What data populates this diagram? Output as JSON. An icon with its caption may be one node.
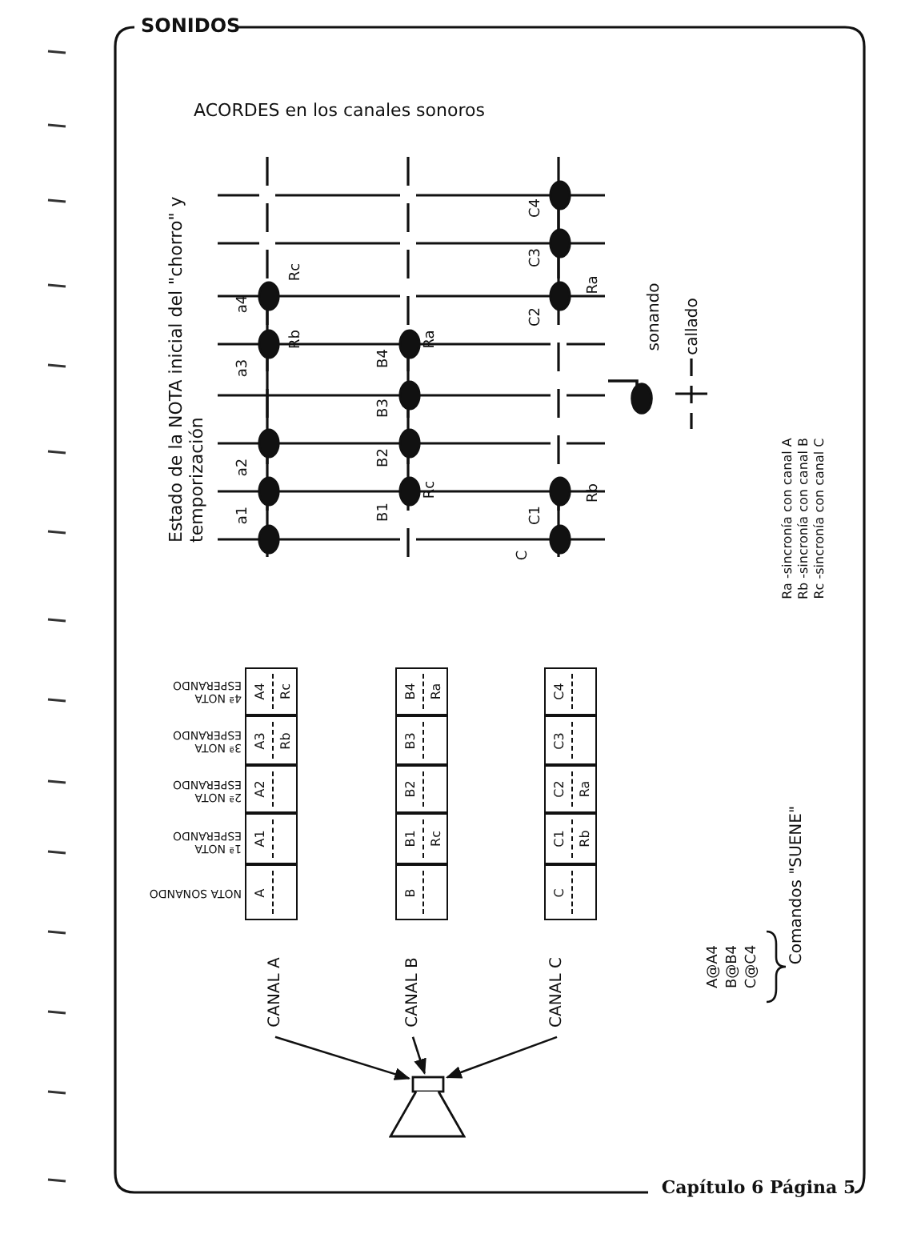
{
  "diagram": {
    "title": "SONIDOS",
    "nodes": [
      {
        "text": [
          "A"
        ]
      },
      {
        "text": [
          "A1"
        ]
      },
      {
        "text": [
          "A2"
        ]
      },
      {
        "text": [
          "A3",
          "Rb"
        ]
      },
      {
        "text": [
          "A4",
          "Rc"
        ]
      },
      {
        "text": [
          "B"
        ]
      },
      {
        "text": [
          "B1",
          "Rc"
        ]
      },
      {
        "text": [
          "B2"
        ]
      },
      {
        "text": [
          "B3"
        ]
      },
      {
        "text": [
          "B4",
          "Ra"
        ]
      },
      {
        "text": [
          "C"
        ]
      },
      {
        "text": [
          "C1",
          "Rb"
        ]
      },
      {
        "text": [
          "C2",
          "Ra"
        ]
      },
      {
        "text": [
          "C3"
        ]
      },
      {
        "text": [
          "C4"
        ]
      },
      {
        "text": [
          "CANAL A"
        ]
      },
      {
        "text": [
          "CANAL B"
        ]
      },
      {
        "text": [
          "CANAL C"
        ]
      },
      {
        "text": [],
        "shape": "speaker"
      }
    ],
    "edges": [
      {
        "from": 15,
        "to": 18,
        "arrow": "to"
      },
      {
        "from": 16,
        "to": 18,
        "arrow": "to"
      },
      {
        "from": 17,
        "to": 18,
        "arrow": "to"
      }
    ],
    "labels": [
      "ACORDES en los canales sonoros",
      "Estado de la NOTA inicial del \"chorro\" y temporización",
      "a1",
      "a2",
      "a3",
      "a4",
      "Rc",
      "Rb",
      "B1",
      "B2",
      "B3",
      "B4",
      "Ra",
      "Rc",
      "C",
      "C1",
      "C2",
      "C3",
      "C4",
      "Ra",
      "Rb",
      "Ra -sincronía con canal A",
      "Rb -sincronía con canal B",
      "Rc -sincronía con canal C",
      "NOTA SONANDO",
      "1ª NOTA ESPERANDO",
      "2ª NOTA ESPERANDO",
      "3ª NOTA ESPERANDO",
      "4ª NOTA ESPERANDO",
      "A@A4",
      "B@B4",
      "C@C4",
      "Comandos \"SUENE\"",
      "Capítulo 6 Página 5"
    ],
    "legend": [
      {
        "text": "sonando"
      },
      {
        "text": "callado"
      }
    ]
  }
}
